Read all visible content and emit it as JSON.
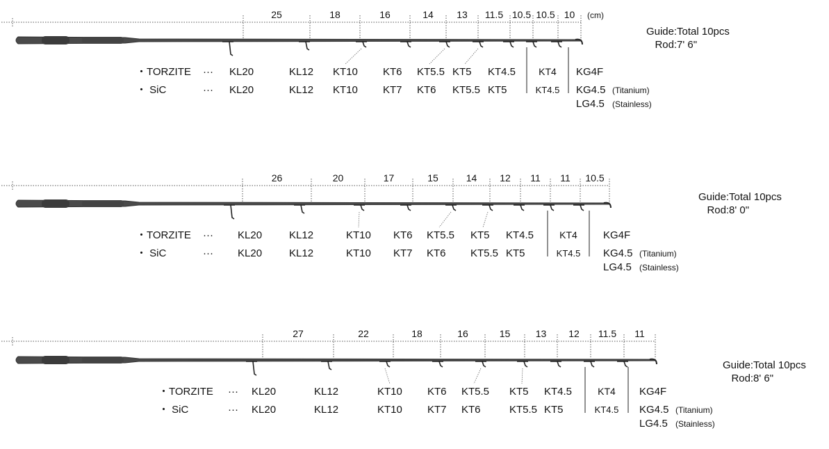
{
  "unit": "(cm)",
  "diagrams": [
    {
      "spacings": [
        "25",
        "18",
        "16",
        "14",
        "13",
        "11.5",
        "10.5",
        "10.5",
        "10"
      ],
      "torzite_label": "・TORZITE",
      "sic_label": "・  SiC",
      "dots": "···",
      "torzite": [
        "KL20",
        "KL12",
        "KT10",
        "KT6",
        "KT5.5",
        "KT5",
        "KT4.5",
        "KT4",
        "KG4F"
      ],
      "sic": [
        "KL20",
        "KL12",
        "KT10",
        "KT7",
        "KT6",
        "KT5.5",
        "KT5",
        "KT4.5",
        "KG4.5",
        "LG4.5"
      ],
      "sic_tip_notes": [
        "(Titanium)",
        "(Stainless)"
      ],
      "guide_label": "Guide",
      "guide_value": "Total 10pcs",
      "rod_label": "Rod",
      "rod_value": "7' 6\""
    },
    {
      "spacings": [
        "26",
        "20",
        "17",
        "15",
        "14",
        "12",
        "11",
        "11",
        "10.5"
      ],
      "torzite_label": "・TORZITE",
      "sic_label": "・  SiC",
      "dots": "···",
      "torzite": [
        "KL20",
        "KL12",
        "KT10",
        "KT6",
        "KT5.5",
        "KT5",
        "KT4.5",
        "KT4",
        "KG4F"
      ],
      "sic": [
        "KL20",
        "KL12",
        "KT10",
        "KT7",
        "KT6",
        "KT5.5",
        "KT5",
        "KT4.5",
        "KG4.5",
        "LG4.5"
      ],
      "sic_tip_notes": [
        "(Titanium)",
        "(Stainless)"
      ],
      "guide_label": "Guide",
      "guide_value": "Total 10pcs",
      "rod_label": "Rod",
      "rod_value": "8' 0\""
    },
    {
      "spacings": [
        "27",
        "22",
        "18",
        "16",
        "15",
        "13",
        "12",
        "11.5",
        "11"
      ],
      "torzite_label": "・TORZITE",
      "sic_label": "・  SiC",
      "dots": "···",
      "torzite": [
        "KL20",
        "KL12",
        "KT10",
        "KT6",
        "KT5.5",
        "KT5",
        "KT4.5",
        "KT4",
        "KG4F"
      ],
      "sic": [
        "KL20",
        "KL12",
        "KT10",
        "KT7",
        "KT6",
        "KT5.5",
        "KT5",
        "KT4.5",
        "KG4.5",
        "LG4.5"
      ],
      "sic_tip_notes": [
        "(Titanium)",
        "(Stainless)"
      ],
      "guide_label": "Guide",
      "guide_value": "Total 10pcs",
      "rod_label": "Rod",
      "rod_value": "8' 6\""
    }
  ]
}
